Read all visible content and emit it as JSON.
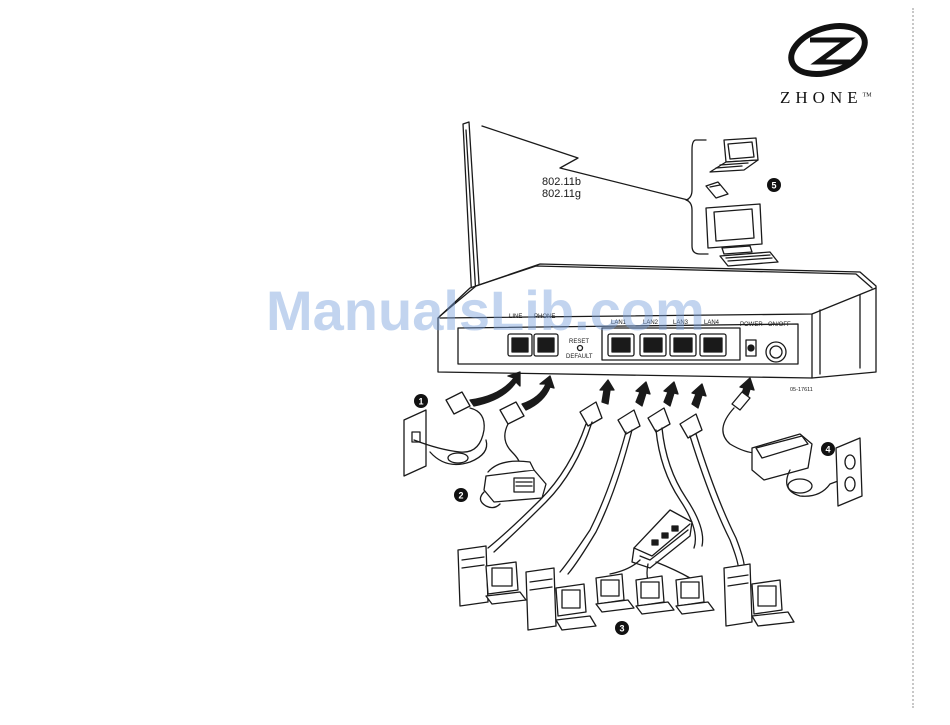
{
  "brand": {
    "name": "ZHONE",
    "trademark": "TM"
  },
  "wireless": {
    "standard_b": "802.11b",
    "standard_g": "802.11g"
  },
  "router": {
    "port_line": "LINE",
    "port_phone": "PHONE",
    "reset_top": "RESET",
    "reset_bottom": "DEFAULT",
    "port_lan1": "LAN1",
    "port_lan2": "LAN2",
    "port_lan3": "LAN3",
    "port_lan4": "LAN4",
    "power": "POWER",
    "onoff": "ON/OFF",
    "figure_id": "05-17611"
  },
  "callouts": [
    "1",
    "2",
    "3",
    "4",
    "5"
  ],
  "watermark": "ManualsLib.com",
  "colors": {
    "line": "#1a1a1a",
    "callout_fill": "#111111",
    "watermark": "#7aa0dc"
  }
}
